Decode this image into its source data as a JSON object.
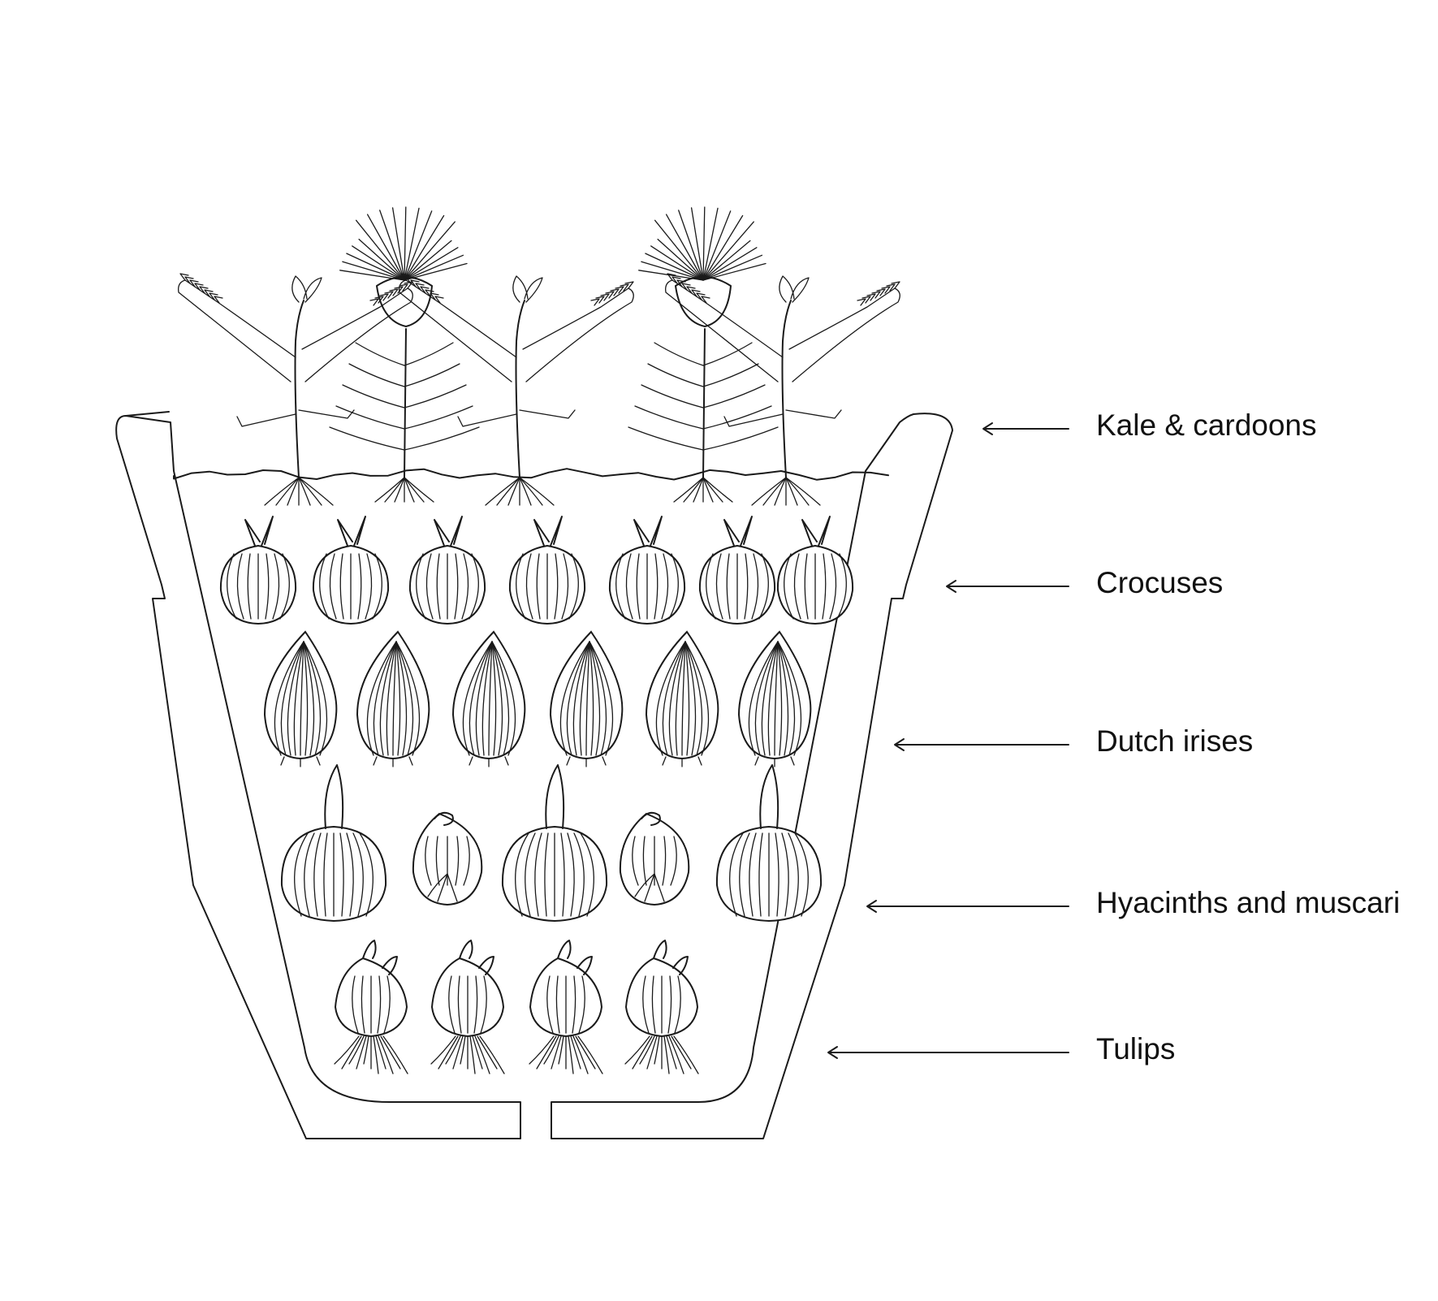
{
  "diagram": {
    "layers": [
      {
        "id": "kale",
        "label": "Kale & cardoons"
      },
      {
        "id": "crocus",
        "label": "Crocuses"
      },
      {
        "id": "iris",
        "label": "Dutch irises"
      },
      {
        "id": "hyacinth",
        "label": "Hyacinths and muscari"
      },
      {
        "id": "tulip",
        "label": "Tulips"
      }
    ],
    "counts": {
      "kale_plants": 3,
      "cardoon_plants": 2,
      "crocus_bulbs": 7,
      "iris_bulbs": 6,
      "hyacinth_bulbs": 3,
      "muscari_bulbs": 2,
      "tulip_bulbs": 4
    },
    "colors": {
      "ink": "#1a1a1a",
      "background": "#ffffff"
    }
  }
}
